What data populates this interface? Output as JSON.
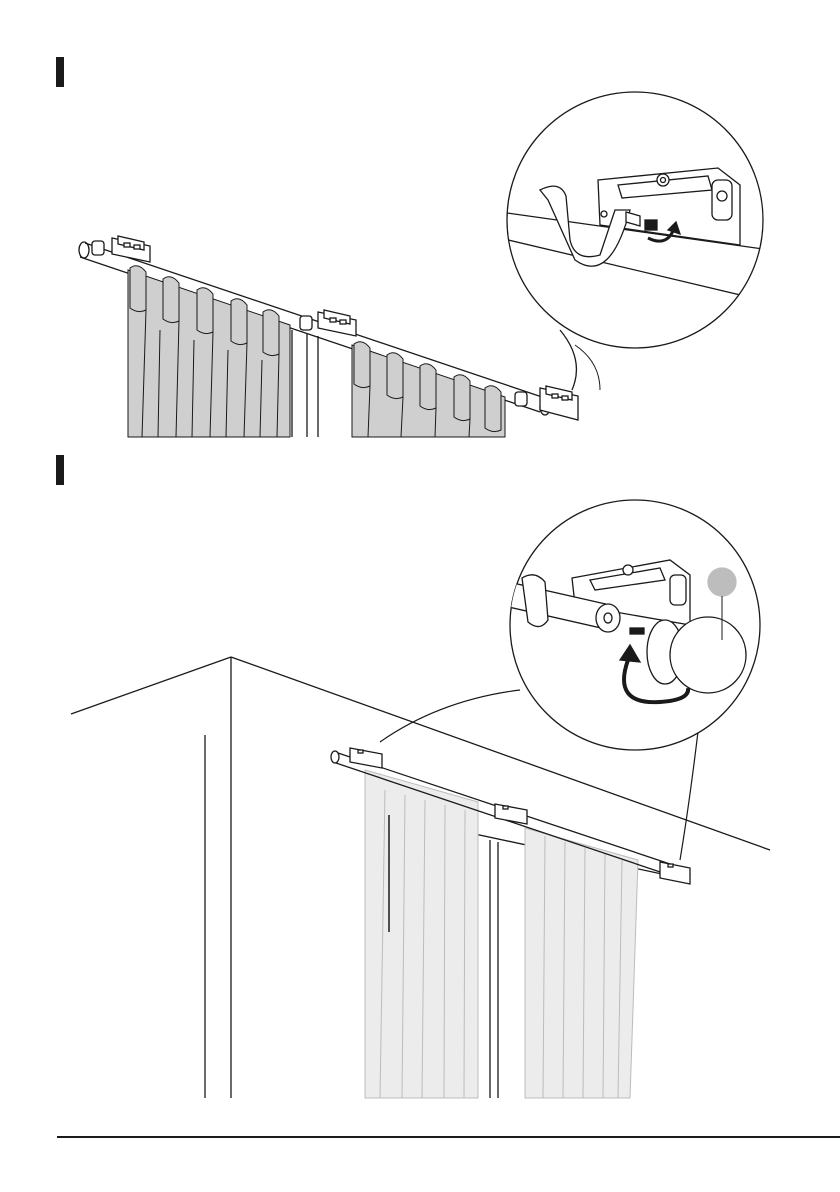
{
  "page": {
    "background": "#ffffff",
    "line_color": "#1a1a1a",
    "steps": [
      {
        "marker": "step-bar",
        "scene": "curtain-rod-with-grey-curtains",
        "detail": "bracket-set-screw-tighten",
        "curtain_color": "#cfcfcf"
      },
      {
        "marker": "step-bar",
        "scene": "curtain-rod-mounted-above-window",
        "detail": "finial-screw-on",
        "curtain_color": "#ececec",
        "callout_badge_color": "#bdbdbd"
      }
    ],
    "icons": [
      "curved-arrow-icon",
      "rotate-arrow-icon"
    ]
  }
}
